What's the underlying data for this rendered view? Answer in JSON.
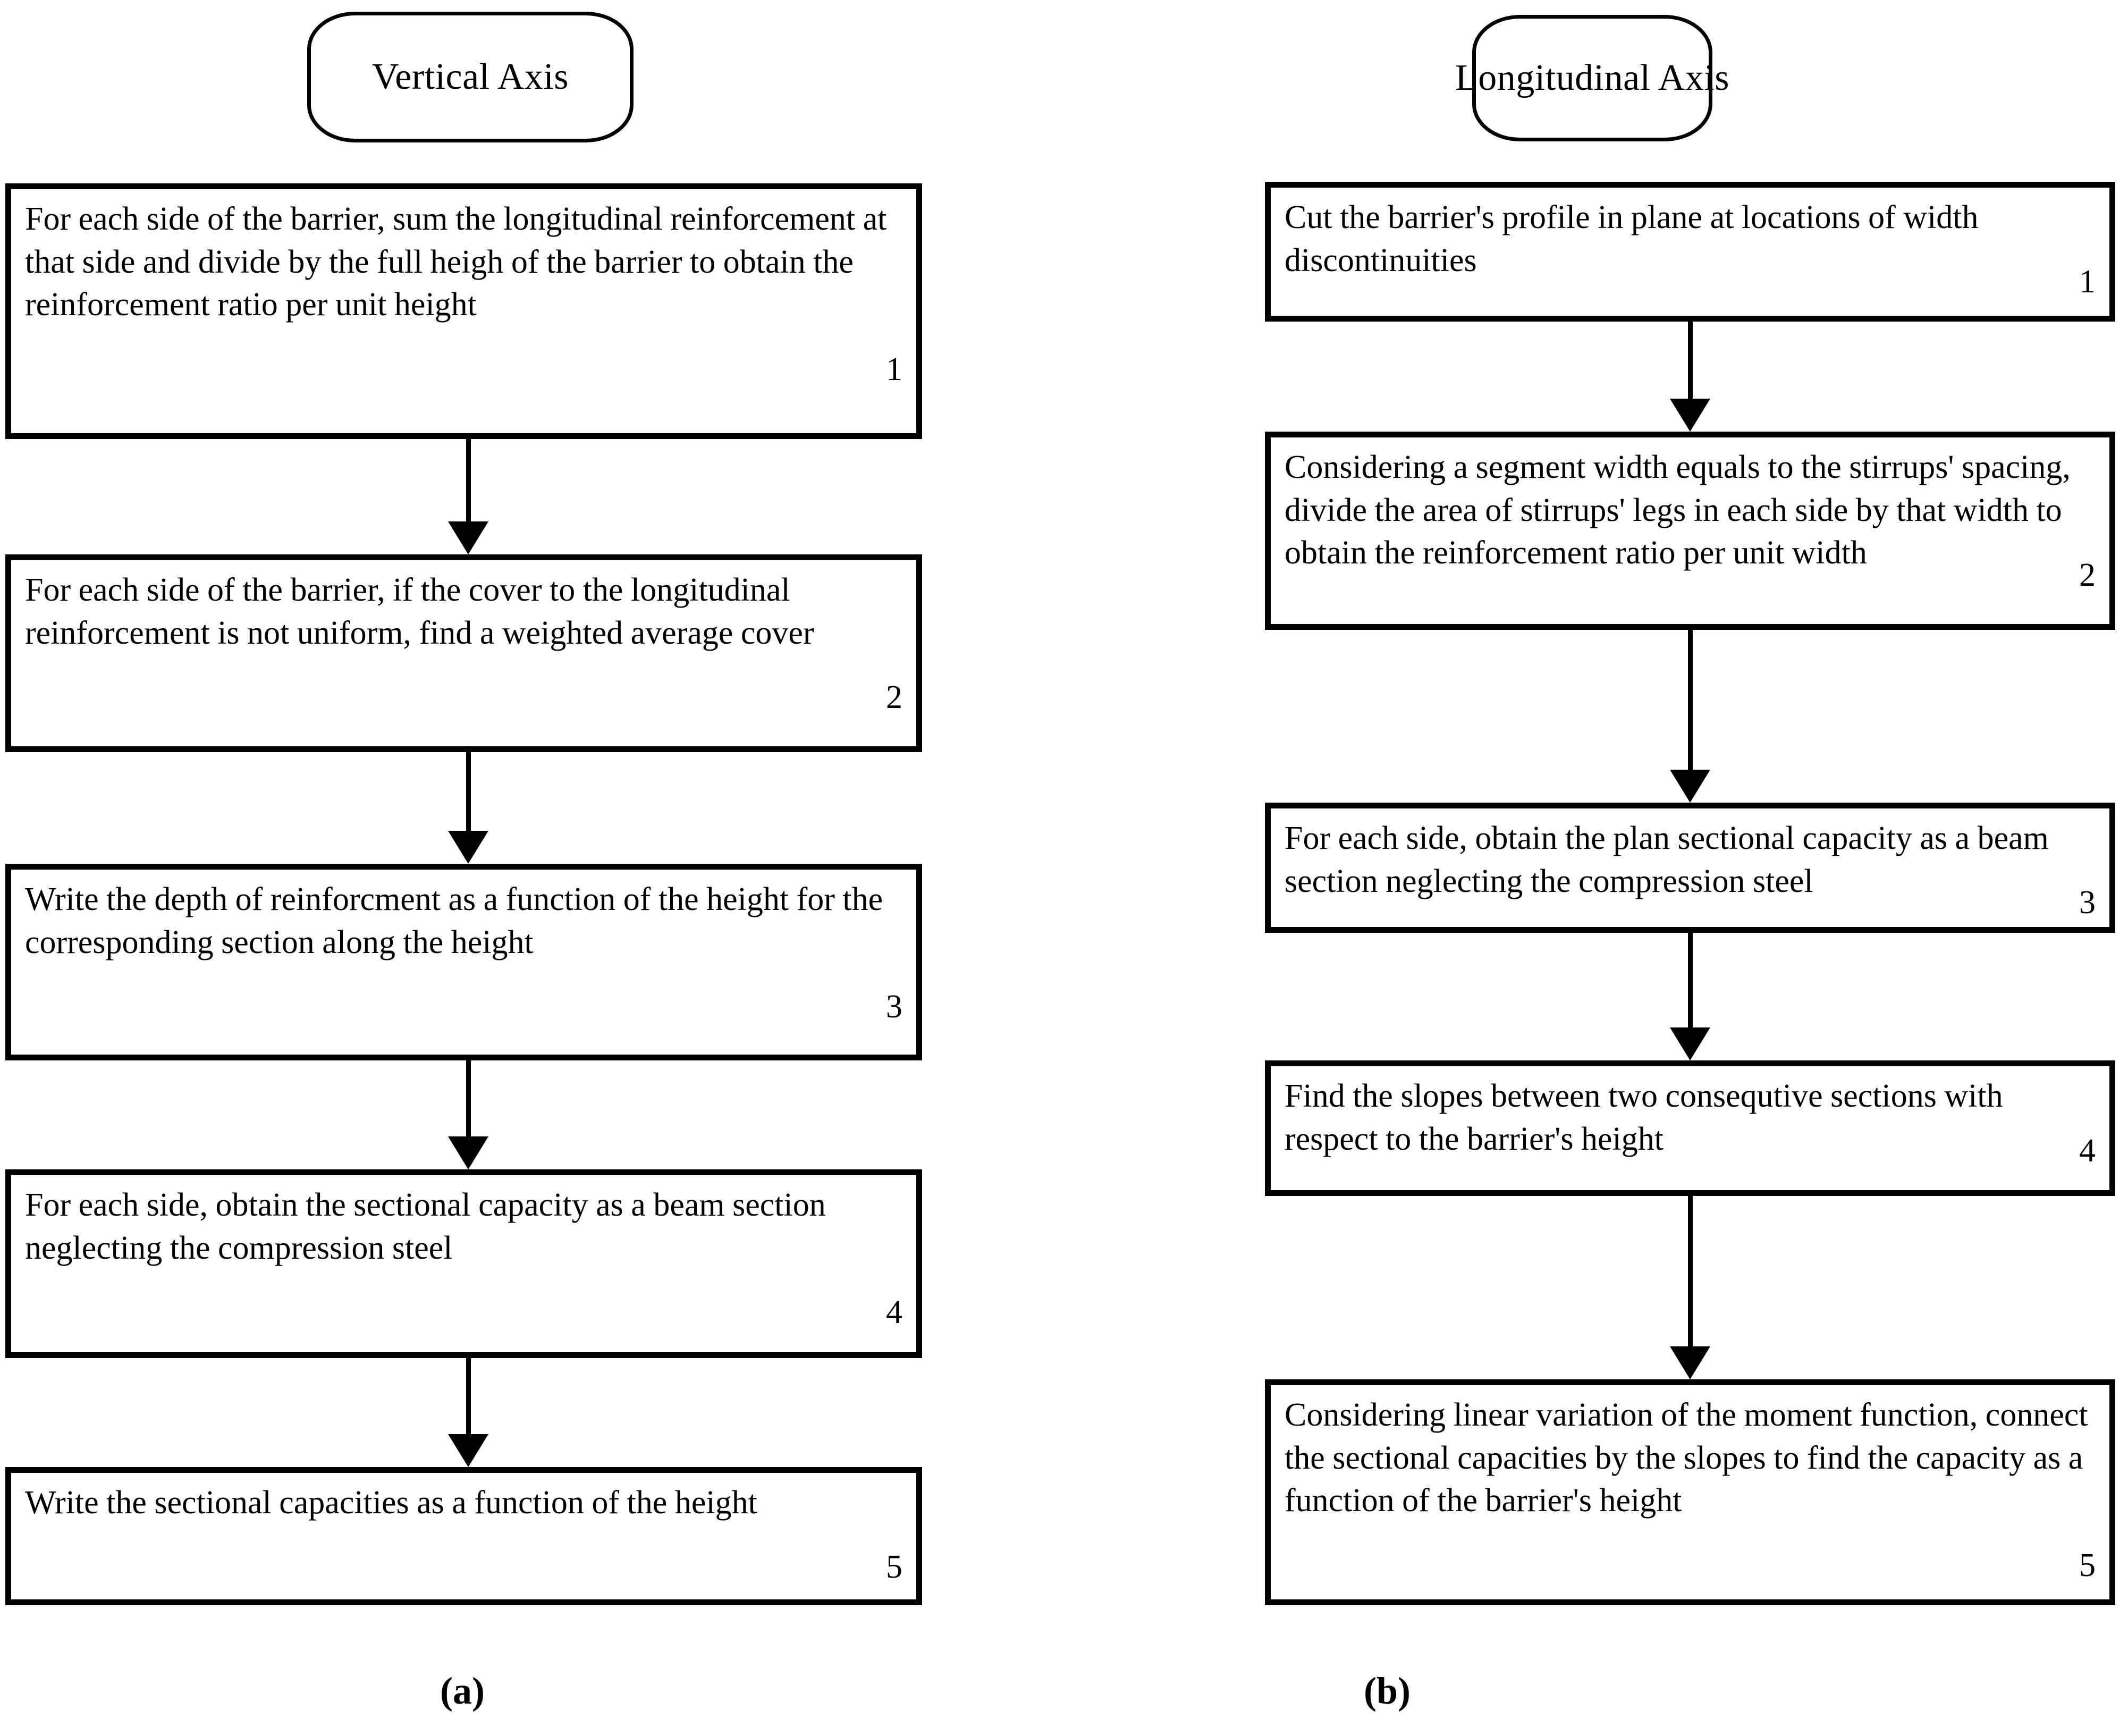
{
  "figure": {
    "background_color": "#ffffff",
    "line_color": "#000000",
    "panels": [
      {
        "id": "panel-a",
        "caption": "(a)",
        "header": {
          "label": "Vertical Axis",
          "shape": "rounded-rectangle"
        },
        "steps": [
          {
            "number": "1",
            "text": "For each side of the barrier, sum the longitudinal reinforcement at that side and divide by the full heigh of the barrier to obtain the reinforcement ratio per unit height"
          },
          {
            "number": "2",
            "text": "For each side of the barrier, if the cover to the longitudinal reinforcement is not uniform, find a weighted average cover"
          },
          {
            "number": "3",
            "text": "Write the depth of reinforcment as a function of the height for the corresponding section along the height"
          },
          {
            "number": "4",
            "text": "For each side, obtain the sectional capacity as a beam section neglecting the compression steel"
          },
          {
            "number": "5",
            "text": "Write the sectional capacities as a function of the height"
          }
        ]
      },
      {
        "id": "panel-b",
        "caption": "(b)",
        "header": {
          "label": "Longitudinal Axis",
          "shape": "rounded-rectangle"
        },
        "steps": [
          {
            "number": "1",
            "text": "Cut the barrier's profile in plane at locations of width discontinuities"
          },
          {
            "number": "2",
            "text": "Considering a segment width equals to the stirrups' spacing, divide the area of stirrups' legs in each side by that width to obtain the reinforcement ratio per unit width"
          },
          {
            "number": "3",
            "text": "For each side, obtain the plan sectional capacity as a beam section neglecting the compression steel"
          },
          {
            "number": "4",
            "text": "Find the slopes between two consequtive sections with respect to the barrier's height"
          },
          {
            "number": "5",
            "text": "Considering linear variation of the moment function, connect the sectional capacities by the slopes to find the capacity as a function of the barrier's height"
          }
        ]
      }
    ]
  }
}
